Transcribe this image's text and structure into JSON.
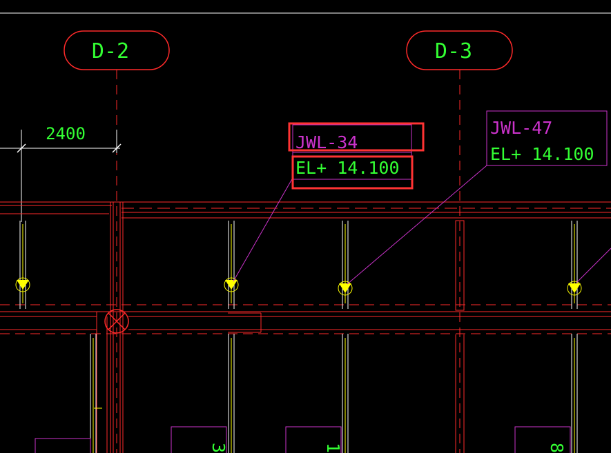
{
  "drawing": {
    "grid_axes": [
      {
        "id": "d2",
        "label": "D-2"
      },
      {
        "id": "d3",
        "label": "D-3"
      }
    ],
    "dimension": {
      "value": "2400"
    },
    "callouts": [
      {
        "id": "jwl34",
        "tag": "JWL-34",
        "elevation": "EL+ 14.100",
        "highlighted": true
      },
      {
        "id": "jwl47",
        "tag": "JWL-47",
        "elevation": "EL+ 14.100",
        "highlighted": false
      }
    ],
    "bottom_tags": [
      {
        "id": "t1",
        "text": ""
      },
      {
        "id": "t2",
        "text": "3"
      },
      {
        "id": "t3",
        "text": "1"
      },
      {
        "id": "t4",
        "text": "8"
      }
    ],
    "colors": {
      "background": "#000000",
      "wall": "#ff2a2a",
      "axis_text": "#33ff33",
      "tag_text": "#cc33cc",
      "highlight": "#ff3333",
      "marker": "#ffff00",
      "dimension": "#ffffff"
    }
  }
}
